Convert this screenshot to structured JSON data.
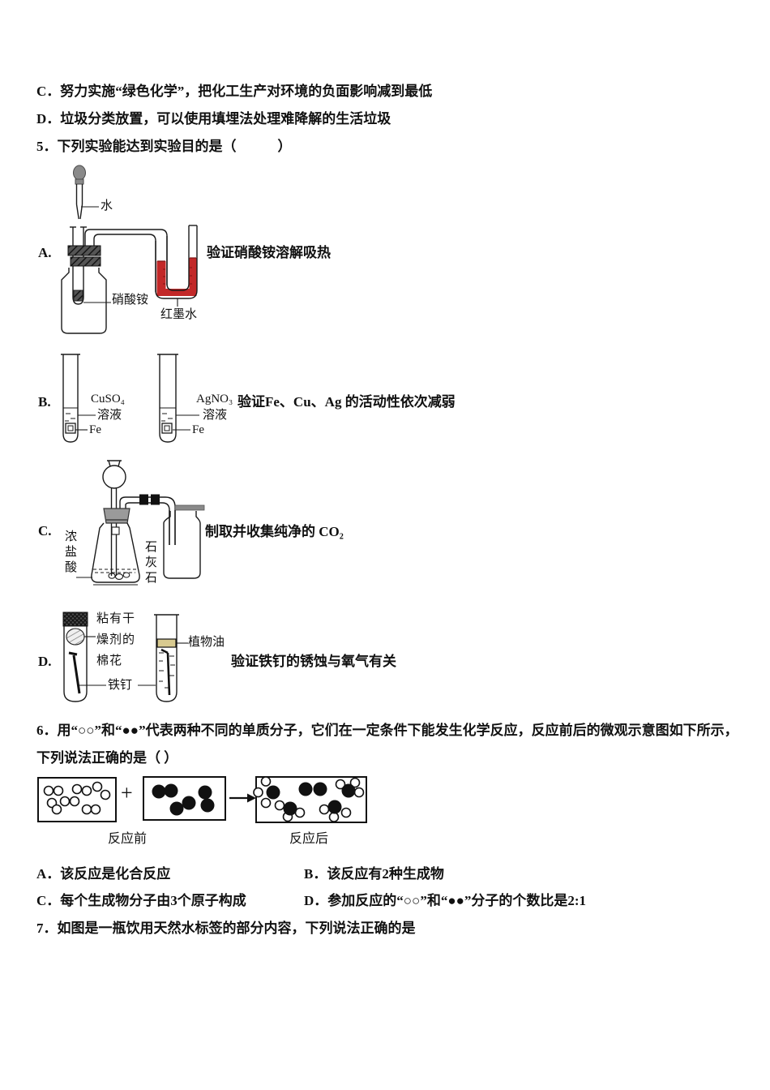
{
  "q4": {
    "option_c": "C．努力实施“绿色化学”，把化工生产对环境的负面影响减到最低",
    "option_d": "D．垃圾分类放置，可以使用填埋法处理难降解的生活垃圾"
  },
  "q5": {
    "stem": "5．下列实验能达到实验目的是（　　　）",
    "options": [
      {
        "key": "A.",
        "caption": "验证硝酸铵溶解吸热",
        "labels": {
          "water": "水",
          "solid": "硝酸铵",
          "red_ink": "红墨水"
        }
      },
      {
        "key": "B.",
        "caption": "验证Fe、Cu、Ag 的活动性依次减弱",
        "labels": {
          "t1_reagent": "CuSO₄",
          "t1_solution": "溶液",
          "t1_metal": "Fe",
          "t2_reagent": "AgNO₃",
          "t2_solution": "溶液",
          "t2_metal": "Fe"
        }
      },
      {
        "key": "C.",
        "caption": "制取并收集纯净的 CO₂",
        "labels": {
          "acid": "浓盐酸",
          "limestone": "石灰石"
        }
      },
      {
        "key": "D.",
        "caption": "验证铁钉的锈蚀与氧气有关",
        "labels": {
          "cotton": "粘有干燥剂的棉花",
          "nail": "铁钉",
          "oil": "植物油"
        }
      }
    ]
  },
  "q6": {
    "stem_line1": "6．用“○○”和“●●”代表两种不同的单质分子，它们在一定条件下能发生化学反应，反应前后的微观示意图如下所示，",
    "stem_line2": "下列说法正确的是（  ）",
    "plus_sign": "+",
    "before_label": "反应前",
    "after_label": "反应后",
    "options": {
      "a": "A．该反应是化合反应",
      "b": "B．该反应有2种生成物",
      "c": "C．每个生成物分子由3个原子构成",
      "d": "D．参加反应的“○○”和“●●”分子的个数比是2:1"
    }
  },
  "q7": {
    "stem": "7．如图是一瓶饮用天然水标签的部分内容，下列说法正确的是"
  },
  "colors": {
    "red_ink": "#c22828",
    "red_ink_dark": "#7d1414",
    "oil": "#d8ca90",
    "stopper_dark": "#3c3c3c",
    "stopper_gray": "#9a9a9a",
    "plate_gray": "#8a8a8a"
  }
}
